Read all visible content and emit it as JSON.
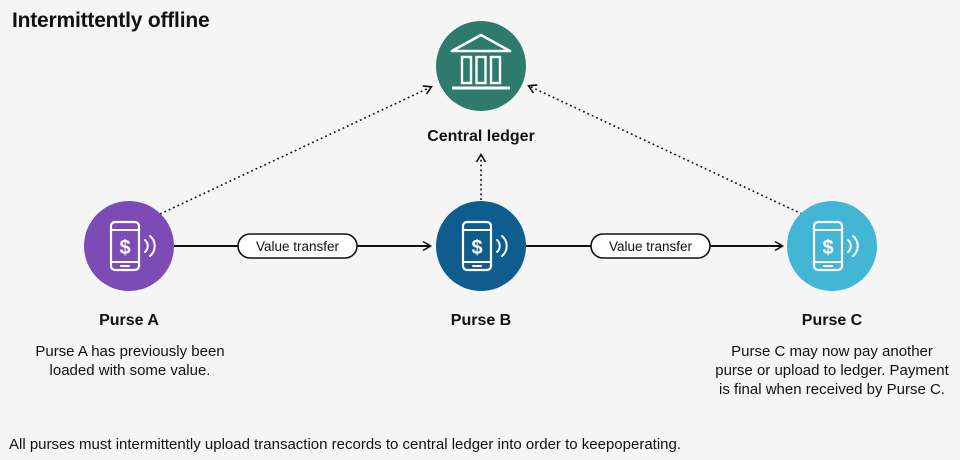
{
  "title": "Intermittently offline",
  "ledger": {
    "label": "Central ledger",
    "icon": "bank-icon",
    "color": "#2e7b6e"
  },
  "purses": [
    {
      "label": "Purse A",
      "description": "Purse A has previously been loaded with some value.",
      "color": "#7d4bb5",
      "icon": "phone-payment-icon"
    },
    {
      "label": "Purse B",
      "description": "",
      "color": "#0f5c8e",
      "icon": "phone-payment-icon"
    },
    {
      "label": "Purse C",
      "description": "Purse C may now pay another purse or upload to ledger. Payment is final when received by Purse C.",
      "color": "#43b6d6",
      "icon": "phone-payment-icon"
    }
  ],
  "transfers": [
    {
      "label": "Value transfer"
    },
    {
      "label": "Value transfer"
    }
  ],
  "footer": "All purses must intermittently upload transaction records to central ledger into order to keepoperating."
}
